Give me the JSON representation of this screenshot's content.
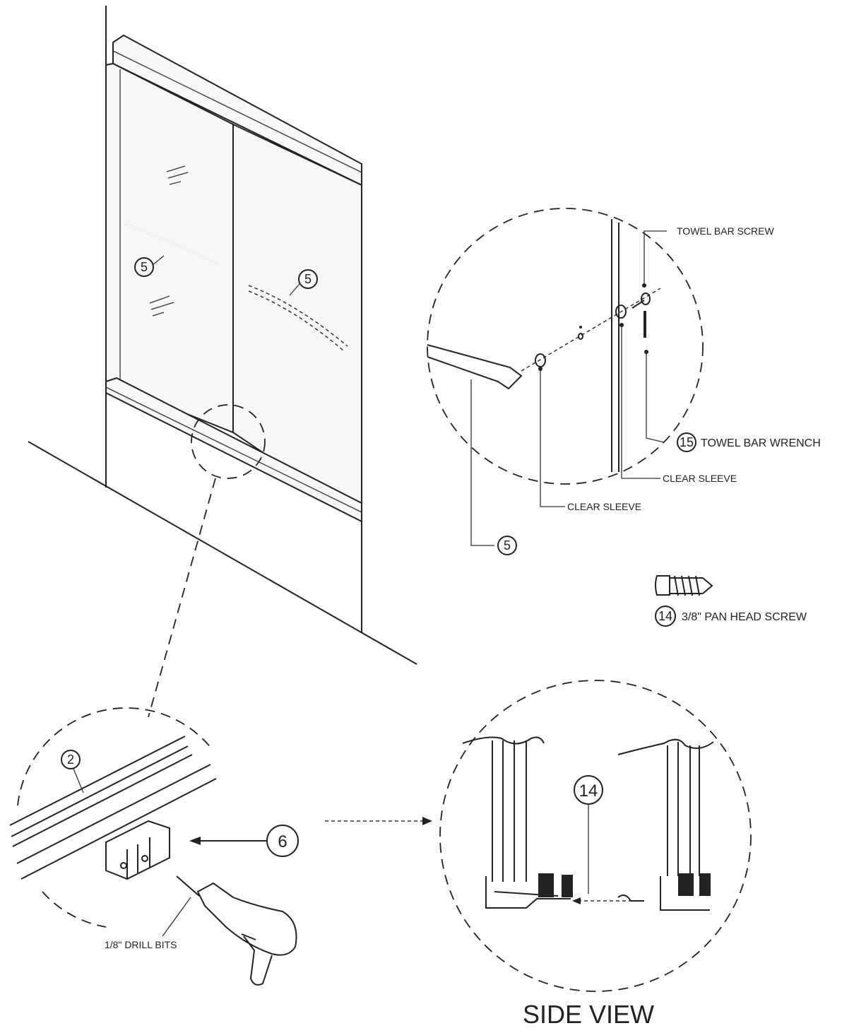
{
  "callouts": {
    "handle_left": "5",
    "handle_right": "5",
    "detail_handle": "5",
    "track": "2",
    "guide": "6",
    "screw_item": "14",
    "side_screw": "14",
    "wrench": "15"
  },
  "labels": {
    "towel_bar_screw": "TOWEL BAR SCREW",
    "towel_bar_wrench": "TOWEL BAR WRENCH",
    "clear_sleeve_right": "CLEAR SLEEVE",
    "clear_sleeve_left": "CLEAR SLEEVE",
    "pan_head_screw": "3/8\" PAN HEAD SCREW",
    "drill_bits": "1/8\" DRILL BITS",
    "side_view": "SIDE VIEW"
  }
}
